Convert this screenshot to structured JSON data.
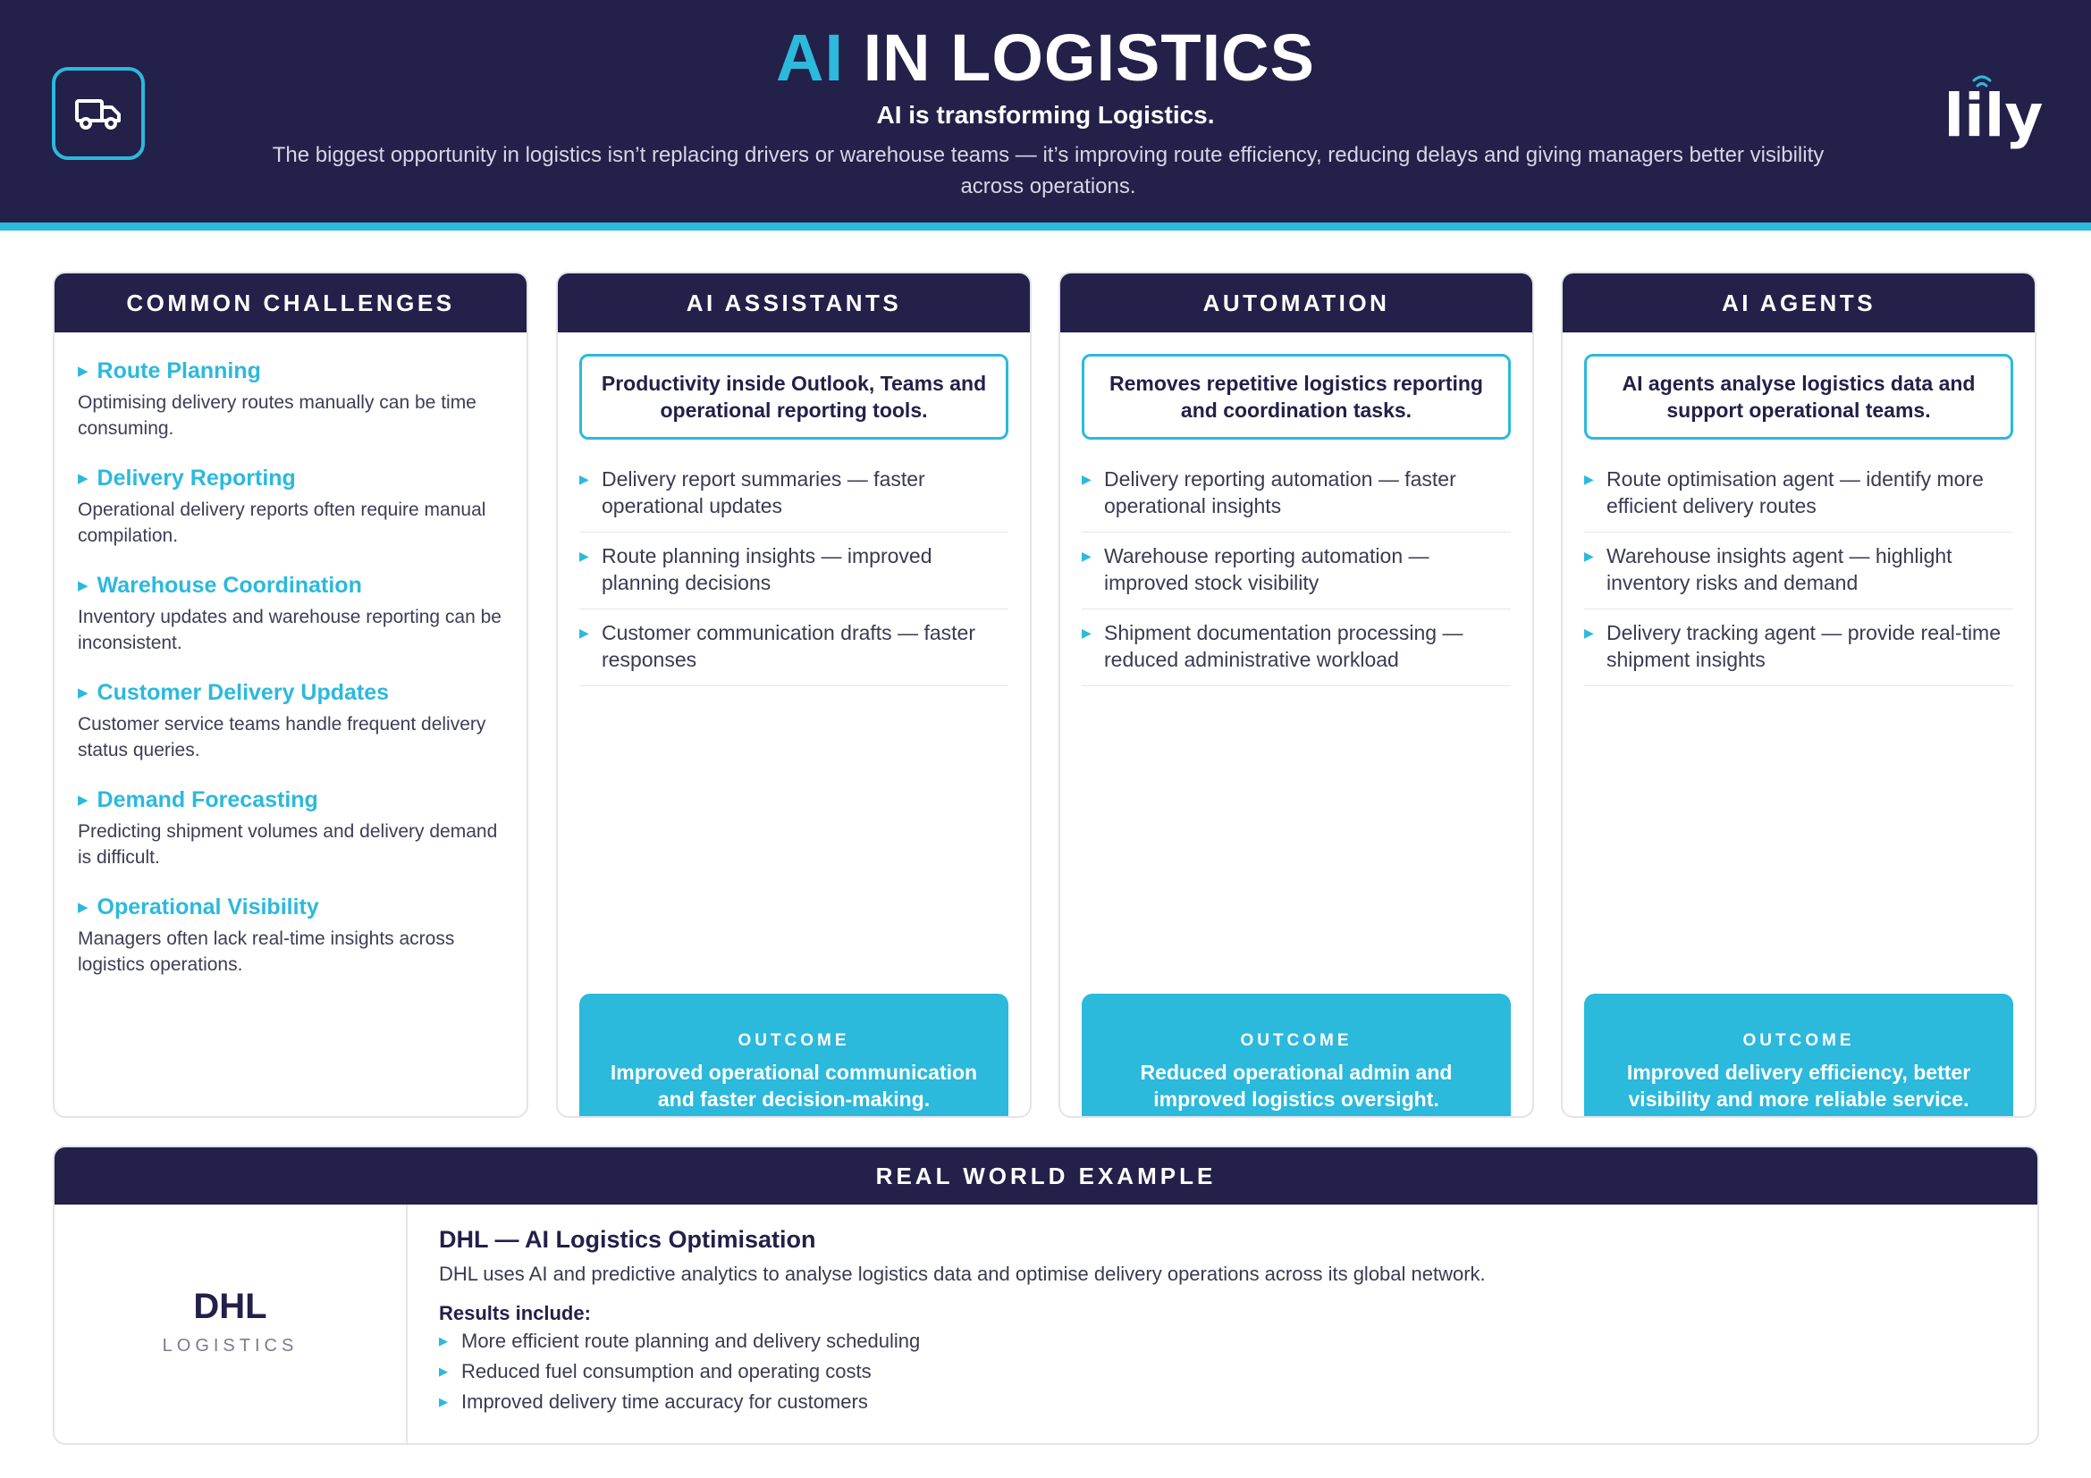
{
  "header": {
    "title_accent": "AI",
    "title_main": "IN LOGISTICS",
    "subtitle": "AI is transforming Logistics.",
    "intro": "The biggest opportunity in logistics isn’t replacing drivers or warehouse teams — it’s improving route efficiency, reducing delays and giving managers better visibility across operations.",
    "logo_text": "lily"
  },
  "colors": {
    "navy": "#232049",
    "accent": "#2bb9dc"
  },
  "challenges": {
    "heading": "COMMON CHALLENGES",
    "items": [
      {
        "title": "Route Planning",
        "desc": "Optimising delivery routes manually can be time consuming."
      },
      {
        "title": "Delivery Reporting",
        "desc": "Operational delivery reports often require manual compilation."
      },
      {
        "title": "Warehouse Coordination",
        "desc": "Inventory updates and warehouse reporting can be inconsistent."
      },
      {
        "title": "Customer Delivery Updates",
        "desc": "Customer service teams handle frequent delivery status queries."
      },
      {
        "title": "Demand Forecasting",
        "desc": "Predicting shipment volumes and delivery demand is difficult."
      },
      {
        "title": "Operational Visibility",
        "desc": "Managers often lack real-time insights across logistics operations."
      }
    ]
  },
  "columns": [
    {
      "heading": "AI ASSISTANTS",
      "intro": "Productivity inside Outlook, Teams and operational reporting tools.",
      "bullets": [
        "Delivery report summaries — faster operational updates",
        "Route planning insights — improved planning decisions",
        "Customer communication drafts — faster responses"
      ],
      "outcome_label": "OUTCOME",
      "outcome": "Improved operational communication and faster decision-making."
    },
    {
      "heading": "AUTOMATION",
      "intro": "Removes repetitive logistics reporting and coordination tasks.",
      "bullets": [
        "Delivery reporting automation — faster operational insights",
        "Warehouse reporting automation — improved stock visibility",
        "Shipment documentation processing — reduced administrative workload"
      ],
      "outcome_label": "OUTCOME",
      "outcome": "Reduced operational admin and improved logistics oversight."
    },
    {
      "heading": "AI AGENTS",
      "intro": "AI agents analyse logistics data and support operational teams.",
      "bullets": [
        "Route optimisation agent — identify more efficient delivery routes",
        "Warehouse insights agent — highlight inventory risks and demand",
        "Delivery tracking agent — provide real-time shipment insights"
      ],
      "outcome_label": "OUTCOME",
      "outcome": "Improved delivery efficiency, better visibility and more reliable service."
    }
  ],
  "example": {
    "heading": "REAL WORLD EXAMPLE",
    "brand": "DHL",
    "brand_sub": "LOGISTICS",
    "title": "DHL — AI Logistics Optimisation",
    "desc": "DHL uses AI and predictive analytics to analyse logistics data and optimise delivery operations across its global network.",
    "results_label": "Results include:",
    "results": [
      "More efficient route planning and delivery scheduling",
      "Reduced fuel consumption and operating costs",
      "Improved delivery time accuracy for customers"
    ]
  }
}
